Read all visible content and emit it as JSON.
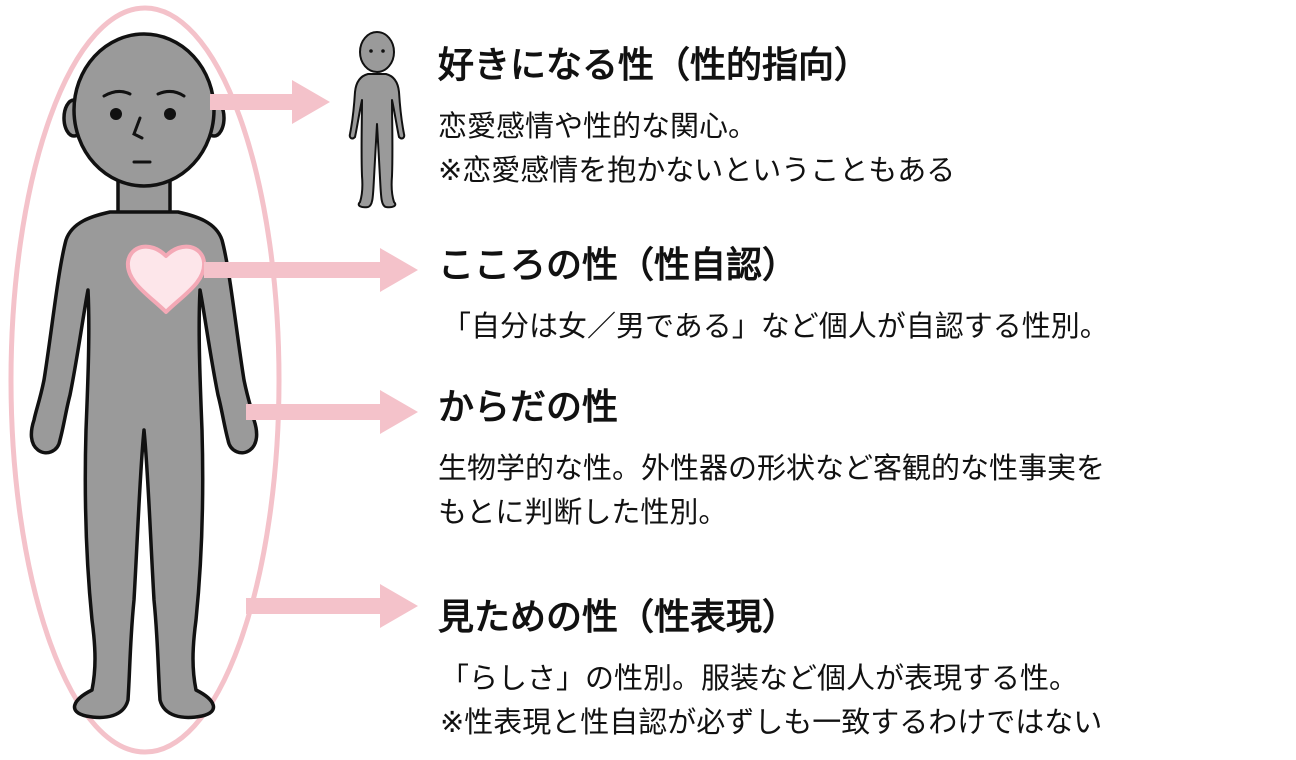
{
  "colors": {
    "figure_fill": "#9a9a9a",
    "outline": "#111111",
    "accent_pink": "#f4c2ca",
    "heart_fill": "#fde6ea",
    "text": "#111111"
  },
  "icons": [
    "human-figure-icon",
    "heart-icon",
    "arrow-right-icon",
    "small-person-icon",
    "ellipse-outline"
  ],
  "sections": [
    {
      "title": "好きになる性（性的指向）",
      "lines": [
        "恋愛感情や性的な関心。",
        "※恋愛感情を抱かないということもある"
      ]
    },
    {
      "title": "こころの性（性自認）",
      "lines": [
        "「自分は女／男である」など個人が自認する性別。"
      ]
    },
    {
      "title": "からだの性",
      "lines": [
        "生物学的な性。外性器の形状など客観的な性事実を",
        "もとに判断した性別。"
      ]
    },
    {
      "title": "見ための性（性表現）",
      "lines": [
        "「らしさ」の性別。服装など個人が表現する性。",
        "※性表現と性自認が必ずしも一致するわけではない"
      ]
    }
  ]
}
